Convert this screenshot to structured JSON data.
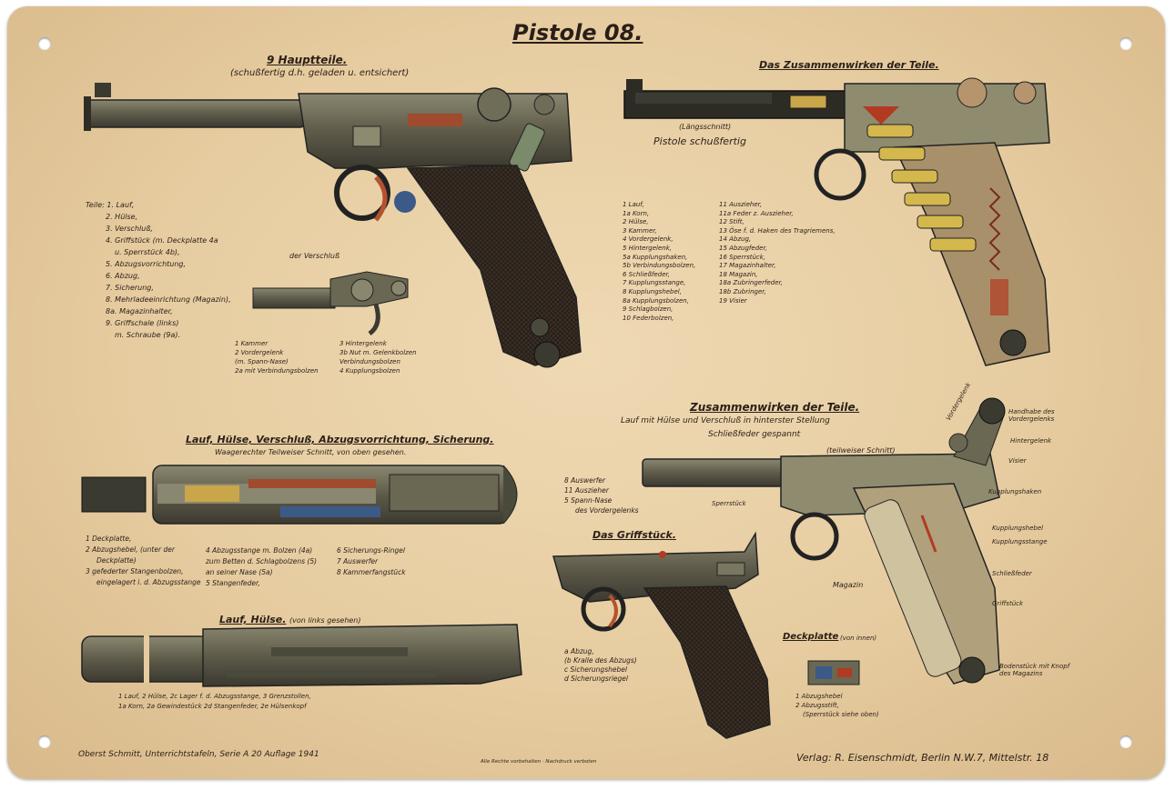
{
  "poster": {
    "title": "Pistole 08.",
    "footer_left": "Oberst Schmitt, Unterrichtstafeln, Serie A 20 Auflage 1941",
    "footer_center": "Alle Rechte vorbehalten · Nachdruck verboten",
    "footer_right": "Verlag: R. Eisenschmidt, Berlin N.W.7, Mittelstr. 18"
  },
  "top_left": {
    "heading": "9 Hauptteile.",
    "subheading": "(schußfertig d.h. geladen u. entsichert)",
    "parts": [
      "Teile: 1. Lauf,",
      "2. Hülse,",
      "3. Verschluß,",
      "4. Griffstück (m. Deckplatte 4a",
      "u. Sperrstück 4b),",
      "5. Abzugsvorrichtung,",
      "6. Abzug,",
      "7. Sicherung,",
      "8. Mehrladeeinrichtung (Magazin),",
      "8a. Magazinhalter,",
      "9. Griffschale (links)",
      "m. Schraube (9a)."
    ],
    "breech_label": "der Verschluß",
    "breech_legend_left": [
      "1 Kammer",
      "2 Vordergelenk",
      "(m. Spann-Nase)",
      "2a mit Verbindungsbolzen"
    ],
    "breech_legend_right": [
      "3 Hintergelenk",
      "3b Nut m. Gelenkbolzen",
      "Verbindungsbolzen",
      "4 Kupplungsbolzen"
    ]
  },
  "top_right": {
    "heading": "Das Zusammenwirken der Teile.",
    "section_note": "(Längsschnitt)",
    "caption": "Pistole schußfertig",
    "legend_col1": [
      "1 Lauf,",
      "1a Korn,",
      "2 Hülse,",
      "3 Kammer,",
      "4 Vordergelenk,",
      "5 Hintergelenk,",
      "5a Kupplungshaken,",
      "5b Verbindungsbolzen,",
      "6 Schließfeder,",
      "7 Kupplungsstange,",
      "8 Kupplungshebel,",
      "8a Kupplungsbolzen,",
      "9 Schlagbolzen,",
      "10 Federbolzen,"
    ],
    "legend_col2": [
      "11 Auszieher,",
      "11a Feder z. Auszieher,",
      "12 Stift,",
      "13 Öse f. d. Haken des Tragriemens,",
      "14 Abzug,",
      "15 Abzugfeder,",
      "16 Sperrstück,",
      "17 Magazinhalter,",
      "18 Magazin,",
      "18a Zubringerfeder,",
      "18b Zubringer,",
      "19 Visier"
    ]
  },
  "mid_left": {
    "heading": "Lauf, Hülse, Verschluß, Abzugsvorrichtung, Sicherung.",
    "subheading": "Waagerechter Teilweiser Schnitt, von oben gesehen.",
    "legend_col1": [
      "1 Deckplatte,",
      "2 Abzugshebel, (unter der",
      "Deckplatte)",
      "3 gefederter Stangenbolzen,",
      "eingelagert i. d. Abzugsstange"
    ],
    "legend_col2": [
      "4 Abzugsstange m. Bolzen (4a)",
      "zum Betten d. Schlagbolzens (5)",
      "an seiner Nase (5a)",
      "5 Stangenfeder,"
    ],
    "legend_col3": [
      "6 Sicherungs-Ringel",
      "7 Auswerfer",
      "8 Kammerfangstück"
    ]
  },
  "bottom_left": {
    "heading": "Lauf, Hülse.",
    "note": "(von links gesehen)",
    "legend": [
      "1 Lauf,   2 Hülse,   2c Lager f. d. Abzugsstange,   3 Grenzstollen,",
      "1a Korn,   2a Gewindestück   2d Stangenfeder,   2e Hülsenkopf"
    ]
  },
  "center": {
    "legend_top": [
      "8 Auswerfer",
      "11 Auszieher",
      "5 Spann-Nase",
      "des Vordergelenks"
    ],
    "heading": "Das Griffstück.",
    "legend_bottom": [
      "a Abzug,",
      "(b Kralle des Abzugs)",
      "c Sicherungshebel",
      "d Sicherungsriegel"
    ]
  },
  "bottom_right": {
    "heading": "Zusammenwirken der Teile.",
    "sub1": "Lauf mit Hülse und Verschluß in hinterster Stellung",
    "sub2": "Schließfeder gespannt",
    "note": "(teilweiser Schnitt)",
    "labels": [
      "Handhabe des Vordergelenks",
      "Hintergelenk",
      "Visier",
      "Kupplungshaken",
      "Sperrstück",
      "Kupplungshebel",
      "Kupplungsstange",
      "Schließfeder",
      "Magazin",
      "Griffstück",
      "Bodenstück mit Knopf des Magazins",
      "Vordergelenk"
    ],
    "cover_heading": "Deckplatte",
    "cover_note": "(von innen)",
    "cover_legend": [
      "1 Abzugshebel",
      "2 Abzugsstift,",
      "(Sperrstück siehe oben)"
    ]
  },
  "colors": {
    "paper": "#e6cca0",
    "ink": "#2a1f18",
    "steel": "#6e6a55",
    "dark_steel": "#3a3a30",
    "grip": "#3b3128",
    "brass": "#c9a64a",
    "red": "#b23a22",
    "blue": "#3c5a88"
  }
}
